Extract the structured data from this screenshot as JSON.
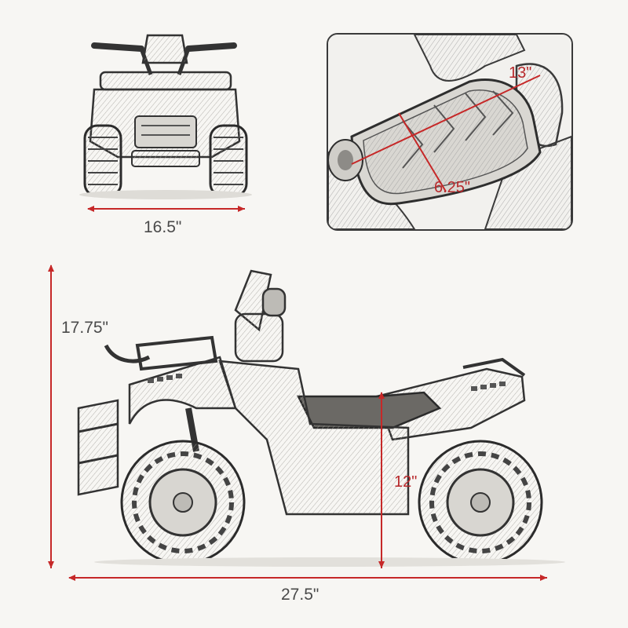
{
  "dimensions": {
    "front_width": "16.5\"",
    "overall_height": "17.75\"",
    "overall_length": "27.5\"",
    "seat_length": "13\"",
    "seat_width": "6.25\"",
    "seat_height": "12\""
  },
  "colors": {
    "dimension_line": "#c62828",
    "sketch_stroke": "#3a3a3a",
    "background": "#f7f6f3"
  }
}
